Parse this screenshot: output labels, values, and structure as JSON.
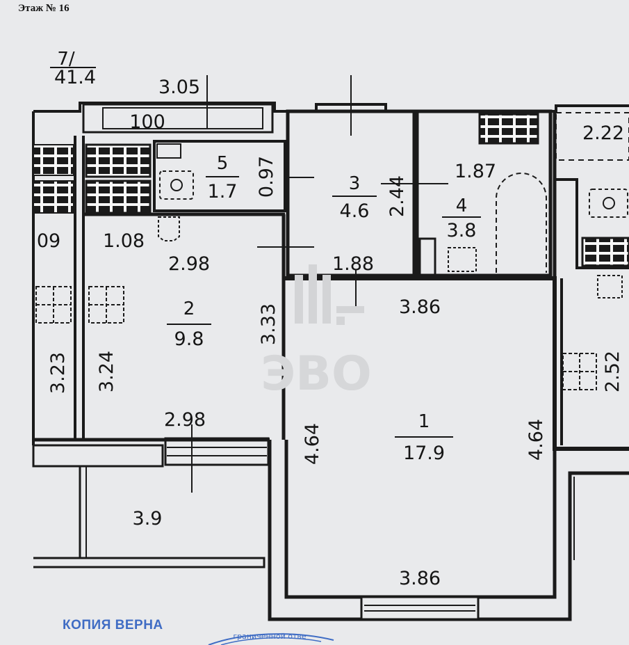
{
  "header": {
    "floor_label": "Этаж № 16"
  },
  "apartment": {
    "type_label": "7/",
    "total_area": "41.4"
  },
  "rooms": [
    {
      "number": "1",
      "area": "17.9"
    },
    {
      "number": "2",
      "area": "9.8"
    },
    {
      "number": "3",
      "area": "4.6"
    },
    {
      "number": "4",
      "area": "3.8"
    },
    {
      "number": "5",
      "area": "1.7"
    }
  ],
  "dimensions": {
    "d_305": "3.05",
    "d_100": "100",
    "d_097": "0.97",
    "d_244": "2.44",
    "d_187": "1.87",
    "d_222": "2.22",
    "d_09": "09",
    "d_108": "1.08",
    "d_298_top": "2.98",
    "d_188": "1.88",
    "d_386_top": "3.86",
    "d_333": "3.33",
    "d_323": "3.23",
    "d_324": "3.24",
    "d_252": "2.52",
    "d_298_bottom": "2.98",
    "d_464_left": "4.64",
    "d_464_right": "4.64",
    "d_39": "3.9",
    "d_386_bottom": "3.86"
  },
  "watermark": {
    "text": "ЭВО"
  },
  "stamp": {
    "label": "КОПИЯ ВЕРНА",
    "arc_text": "граниченной отве"
  },
  "colors": {
    "wall": "#1a1a1a",
    "paper": "#e9eaec",
    "stamp": "#3f6cc4"
  },
  "icons": [
    "radiator-icon",
    "toilet-icon",
    "sink-icon",
    "stove-icon",
    "bathtub-icon"
  ]
}
